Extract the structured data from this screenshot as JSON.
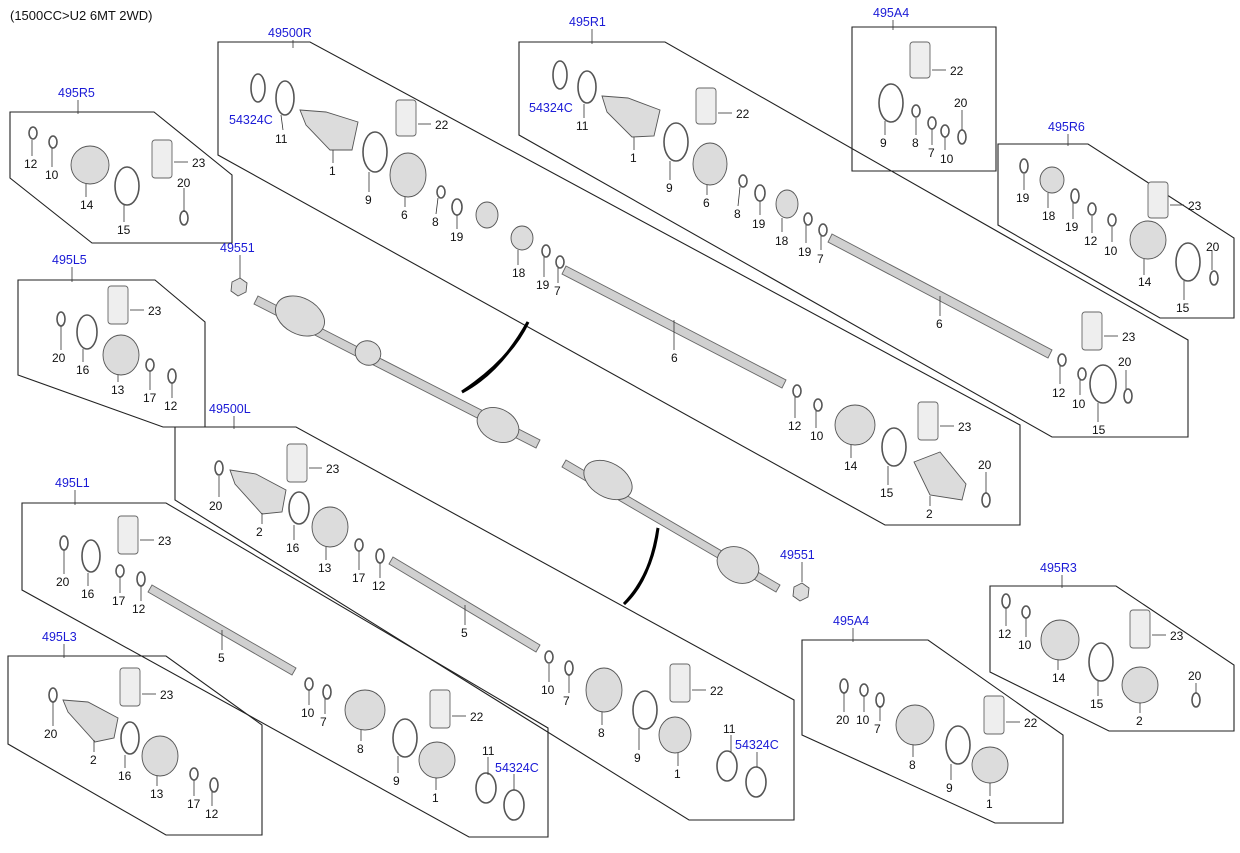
{
  "caption": "(1500CC>U2 6MT 2WD)",
  "groups": {
    "g49500R": "49500R",
    "g495R1": "495R1",
    "g495A4_top": "495A4",
    "g495R6": "495R6",
    "g495R5": "495R5",
    "g495L5": "495L5",
    "g49500L": "49500L",
    "g495L1": "495L1",
    "g495L3": "495L3",
    "g495A4_bot": "495A4",
    "g495R3": "495R3",
    "g49551_a": "49551",
    "g49551_b": "49551"
  },
  "codes": {
    "c54324C": "54324C"
  },
  "labels": {
    "n1": "1",
    "n2": "2",
    "n5": "5",
    "n6": "6",
    "n7": "7",
    "n8": "8",
    "n9": "9",
    "n10": "10",
    "n11": "11",
    "n12": "12",
    "n13": "13",
    "n14": "14",
    "n15": "15",
    "n16": "16",
    "n17": "17",
    "n18": "18",
    "n19": "19",
    "n20": "20",
    "n22": "22",
    "n23": "23"
  },
  "colors": {
    "link_blue": "#1a1ad6",
    "line": "#222222",
    "part_fill": "#dcdcdc"
  }
}
